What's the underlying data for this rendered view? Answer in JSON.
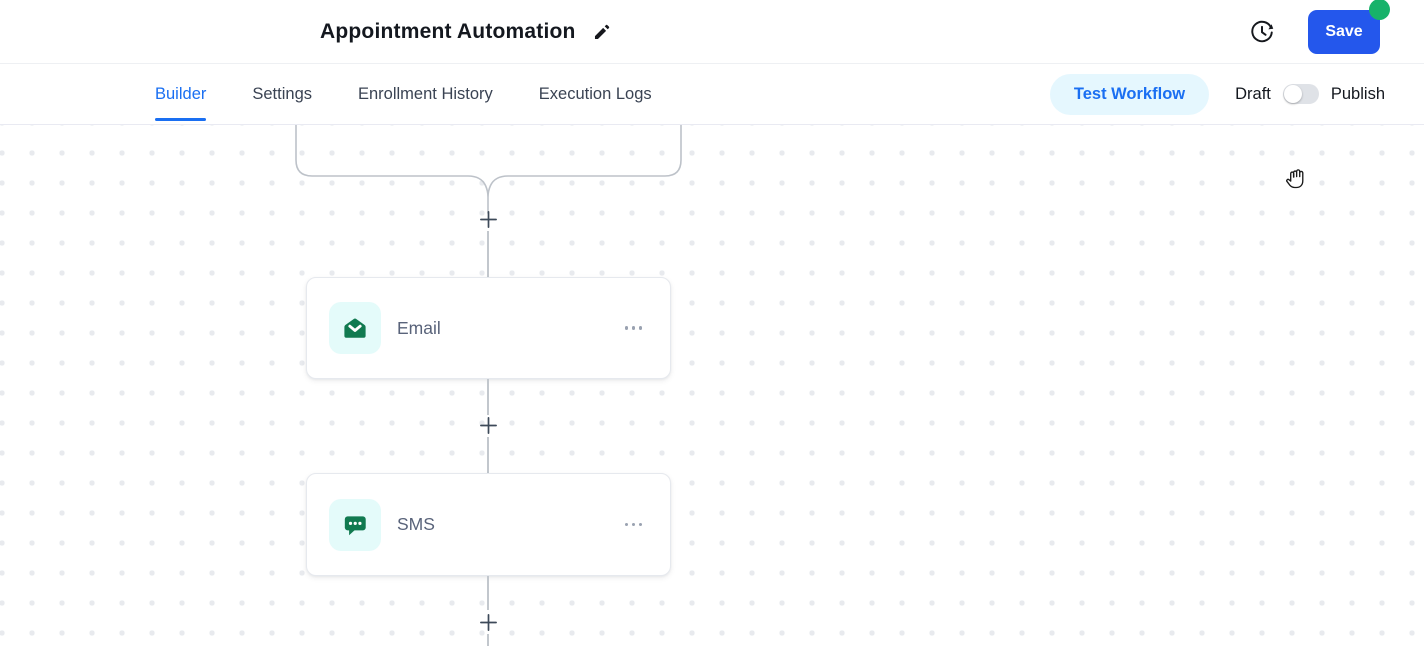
{
  "header": {
    "title": "Appointment Automation",
    "save_label": "Save",
    "unsaved_changes_badge": true
  },
  "tabs": {
    "active_tab": "Builder",
    "items": [
      {
        "label": "Builder",
        "active": true
      },
      {
        "label": "Settings",
        "active": false
      },
      {
        "label": "Enrollment History",
        "active": false
      },
      {
        "label": "Execution Logs",
        "active": false
      }
    ]
  },
  "toolbar": {
    "test_workflow_label": "Test Workflow",
    "draft_label": "Draft",
    "publish_label": "Publish",
    "publish_toggle_state": "off"
  },
  "canvas": {
    "nodes": [
      {
        "type": "email",
        "label": "Email",
        "icon": "email-envelope-icon"
      },
      {
        "type": "sms",
        "label": "SMS",
        "icon": "sms-bubble-icon"
      }
    ],
    "add_step_buttons": 3,
    "trigger_container_partially_visible": true
  },
  "icons": {
    "edit": "pencil-icon",
    "history": "history-clock-icon",
    "more": "ellipsis-icon",
    "add": "plus-icon",
    "cursor": "hand-grab-cursor"
  },
  "colors": {
    "accent": "#1a6ff2",
    "save-blue": "#2457ec",
    "badge-green": "#17b26a",
    "node-green": "#117a50",
    "tile-cyan": "#e4fbfa"
  }
}
